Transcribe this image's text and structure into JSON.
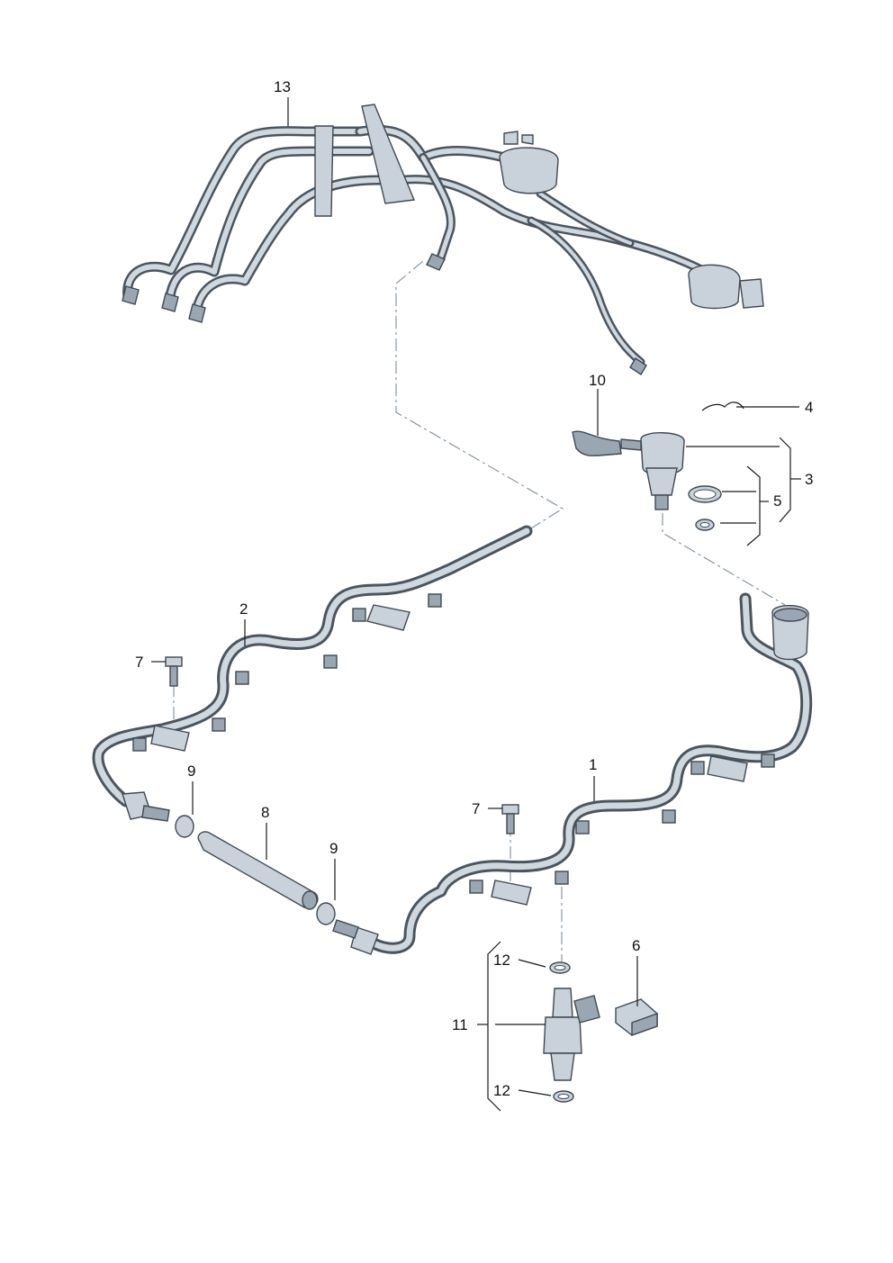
{
  "labels": {
    "l1": "1",
    "l2": "2",
    "l3": "3",
    "l4": "4",
    "l5": "5",
    "l6": "6",
    "l7a": "7",
    "l7b": "7",
    "l8": "8",
    "l9a": "9",
    "l9b": "9",
    "l10": "10",
    "l11": "11",
    "l12a": "12",
    "l12b": "12",
    "l13": "13"
  }
}
